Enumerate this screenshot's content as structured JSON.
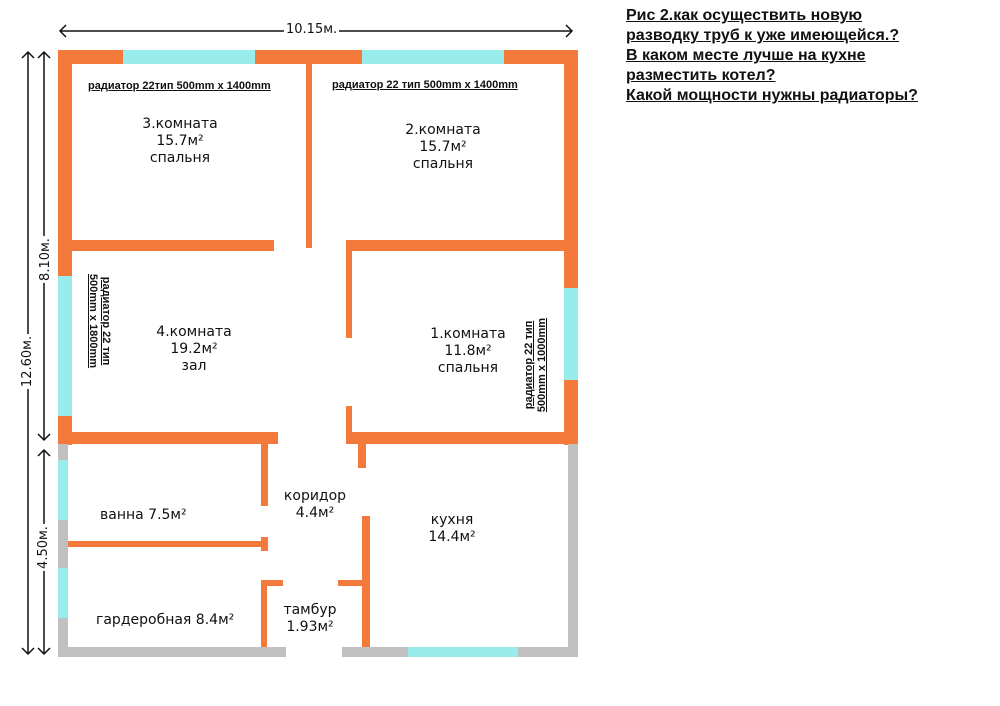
{
  "question": {
    "lines": [
      "Рис 2.как осуществить новую",
      "разводку труб к уже имеющейся.?",
      "В каком месте лучше на кухне",
      "разместить котел?",
      "Какой мощности нужны радиаторы?"
    ]
  },
  "dimensions": {
    "width_total": "10.15м.",
    "height_total": "12.60м.",
    "height_upper": "8.10м.",
    "height_lower": "4.50м."
  },
  "rooms": {
    "room3": {
      "name": "3.комната",
      "area": "15.7м²",
      "purpose": "спальня"
    },
    "room2": {
      "name": "2.комната",
      "area": "15.7м²",
      "purpose": "спальня"
    },
    "room4": {
      "name": "4.комната",
      "area": "19.2м²",
      "purpose": "зал"
    },
    "room1": {
      "name": "1.комната",
      "area": "11.8м²",
      "purpose": "спальня"
    },
    "corridor": {
      "name": "коридор",
      "area": "4.4м²"
    },
    "kitchen": {
      "name": "кухня",
      "area": "14.4м²"
    },
    "bath": {
      "label": "ванна 7.5м²"
    },
    "wardrobe": {
      "label": "гардеробная 8.4м²"
    },
    "vestibule": {
      "name": "тамбур",
      "area": "1.93м²"
    }
  },
  "radiators": {
    "room3": "радиатор 22тип 500mm x 1400mm",
    "room2": "радиатор 22 тип 500mm x 1400mm",
    "room4": {
      "line1": "радиатор 22 тип",
      "line2": "500mm x 1800mm"
    },
    "room1": {
      "line1": "радиатор 22 тип",
      "line2": "500mm x 1000mm"
    }
  },
  "colors": {
    "wall_heated": "#f47a3c",
    "wall_unheated": "#c0c0c0",
    "window": "#99ecec"
  }
}
